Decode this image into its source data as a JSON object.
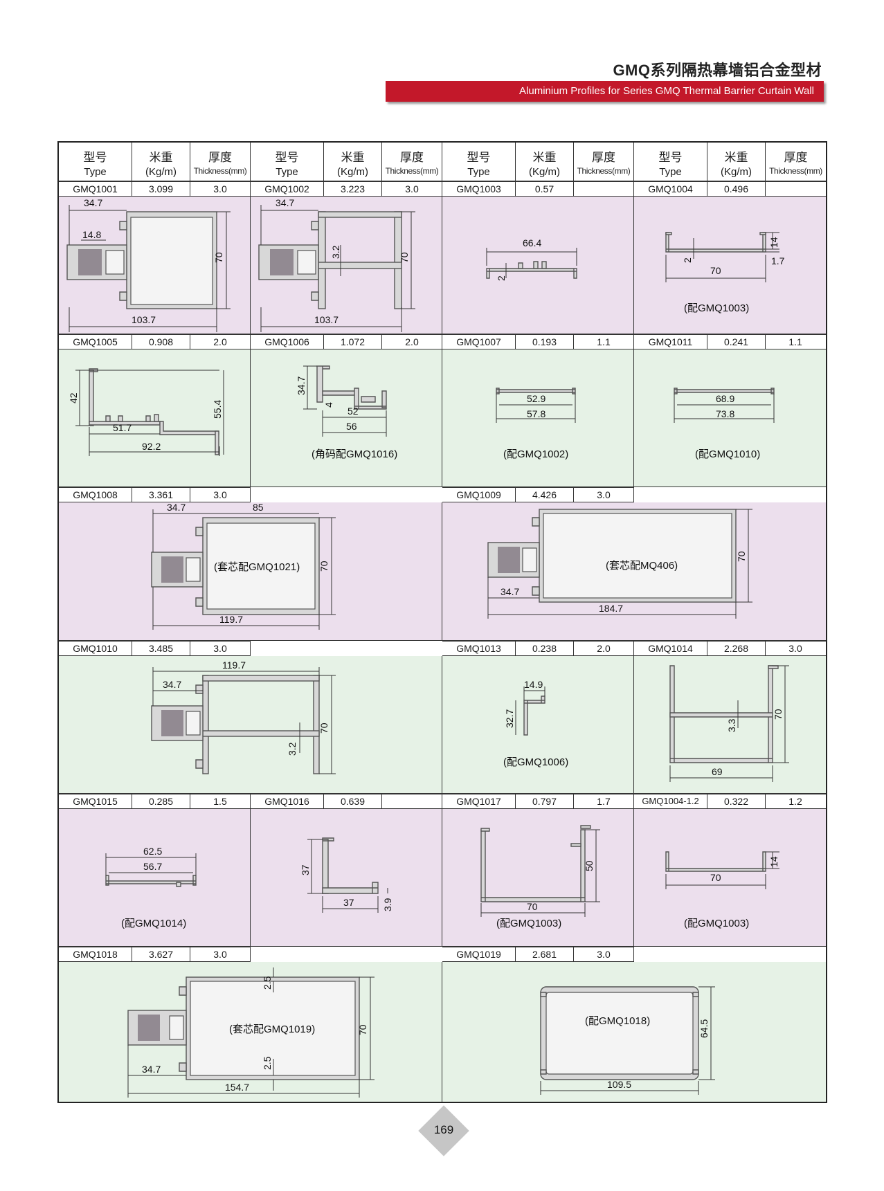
{
  "header": {
    "title_cn": "GMQ系列隔热幕墙铝合金型材",
    "subtitle_en": "Aluminium Profiles for Series GMQ Thermal Barrier Curtain Wall"
  },
  "columns": {
    "type_cn": "型号",
    "type_en": "Type",
    "weight_cn": "米重",
    "weight_en": "(Kg/m)",
    "thickness_cn": "厚度",
    "thickness_en": "Thickness(mm)"
  },
  "products": [
    {
      "type": "GMQ1001",
      "weight": "3.099",
      "thickness": "3.0"
    },
    {
      "type": "GMQ1002",
      "weight": "3.223",
      "thickness": "3.0"
    },
    {
      "type": "GMQ1003",
      "weight": "0.57",
      "thickness": ""
    },
    {
      "type": "GMQ1004",
      "weight": "0.496",
      "thickness": ""
    },
    {
      "type": "GMQ1005",
      "weight": "0.908",
      "thickness": "2.0"
    },
    {
      "type": "GMQ1006",
      "weight": "1.072",
      "thickness": "2.0"
    },
    {
      "type": "GMQ1007",
      "weight": "0.193",
      "thickness": "1.1"
    },
    {
      "type": "GMQ1011",
      "weight": "0.241",
      "thickness": "1.1"
    },
    {
      "type": "GMQ1008",
      "weight": "3.361",
      "thickness": "3.0"
    },
    {
      "type": "GMQ1009",
      "weight": "4.426",
      "thickness": "3.0"
    },
    {
      "type": "GMQ1010",
      "weight": "3.485",
      "thickness": "3.0"
    },
    {
      "type": "GMQ1013",
      "weight": "0.238",
      "thickness": "2.0"
    },
    {
      "type": "GMQ1014",
      "weight": "2.268",
      "thickness": "3.0"
    },
    {
      "type": "GMQ1015",
      "weight": "0.285",
      "thickness": "1.5"
    },
    {
      "type": "GMQ1016",
      "weight": "0.639",
      "thickness": ""
    },
    {
      "type": "GMQ1017",
      "weight": "0.797",
      "thickness": "1.7"
    },
    {
      "type": "GMQ1004-1.2",
      "weight": "0.322",
      "thickness": "1.2"
    },
    {
      "type": "GMQ1018",
      "weight": "3.627",
      "thickness": "3.0"
    },
    {
      "type": "GMQ1019",
      "weight": "2.681",
      "thickness": "3.0"
    }
  ],
  "notes": {
    "p1004": "(配GMQ1003)",
    "p1006": "(角码配GMQ1016)",
    "p1007": "(配GMQ1002)",
    "p1011": "(配GMQ1010)",
    "p1008": "(套芯配GMQ1021)",
    "p1009": "(套芯配MQ406)",
    "p1013": "(配GMQ1006)",
    "p1015": "(配GMQ1014)",
    "p1017": "(配GMQ1003)",
    "p1004_12": "(配GMQ1003)",
    "p1018": "(套芯配GMQ1019)",
    "p1019": "(配GMQ1018)"
  },
  "dims": {
    "p1001": [
      "34.7",
      "14.8",
      "70",
      "103.7"
    ],
    "p1002": [
      "34.7",
      "3.2",
      "70",
      "103.7"
    ],
    "p1003": [
      "66.4",
      "2"
    ],
    "p1004": [
      "14",
      "2",
      "1.7",
      "70"
    ],
    "p1005": [
      "42",
      "55.4",
      "51.7",
      "92.2"
    ],
    "p1006": [
      "34.7",
      "4",
      "52",
      "56"
    ],
    "p1007": [
      "52.9",
      "57.8"
    ],
    "p1011": [
      "68.9",
      "73.8"
    ],
    "p1008": [
      "34.7",
      "85",
      "70",
      "119.7"
    ],
    "p1009": [
      "70",
      "34.7",
      "184.7"
    ],
    "p1010": [
      "119.7",
      "34.7",
      "70",
      "3.2"
    ],
    "p1013": [
      "14.9",
      "32.7"
    ],
    "p1014": [
      "70",
      "3.3",
      "69"
    ],
    "p1015": [
      "62.5",
      "56.7"
    ],
    "p1016": [
      "37",
      "37",
      "3.9"
    ],
    "p1017": [
      "50",
      "70"
    ],
    "p1004_12": [
      "14",
      "70"
    ],
    "p1018": [
      "2.5",
      "70",
      "2.5",
      "34.7",
      "154.7"
    ],
    "p1019": [
      "64.5",
      "109.5"
    ]
  },
  "page_number": "169"
}
